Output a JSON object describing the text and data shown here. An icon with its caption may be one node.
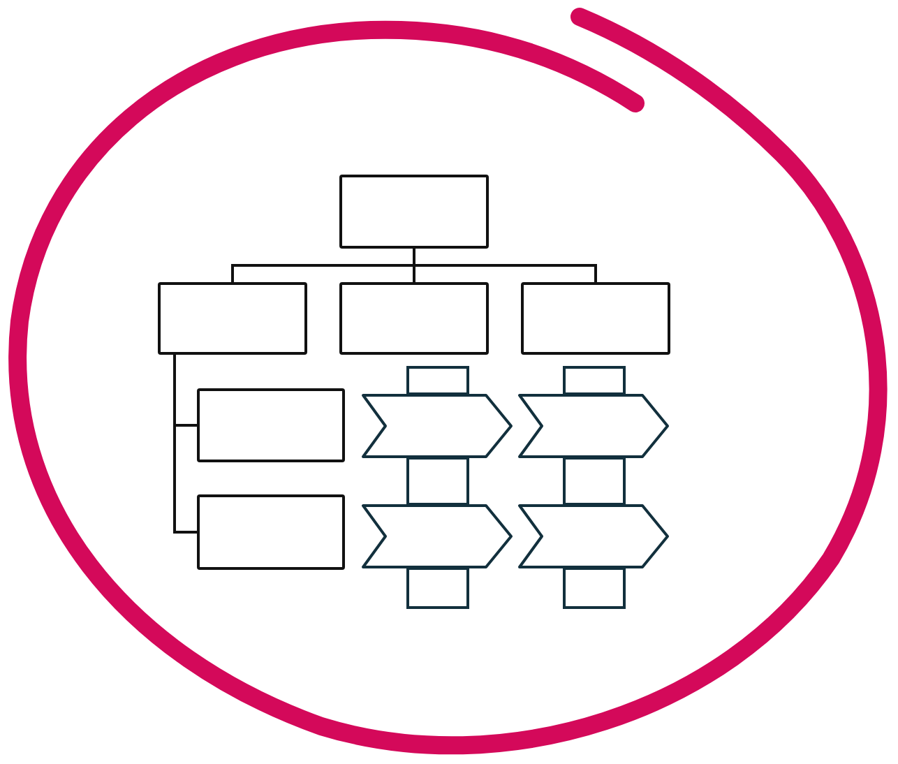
{
  "diagram": {
    "nodes": [
      {
        "text": [],
        "shape": "box"
      },
      {
        "text": [],
        "shape": "box"
      },
      {
        "text": [],
        "shape": "box"
      },
      {
        "text": [],
        "shape": "box"
      },
      {
        "text": [],
        "shape": "box"
      },
      {
        "text": [],
        "shape": "box"
      },
      {
        "text": [],
        "shape": "chevron"
      },
      {
        "text": [],
        "shape": "chevron"
      },
      {
        "text": [],
        "shape": "chevron"
      },
      {
        "text": [],
        "shape": "chevron"
      }
    ],
    "edges": [
      {
        "from": 0,
        "to": 1,
        "arrow": "none"
      },
      {
        "from": 0,
        "to": 2,
        "arrow": "none"
      },
      {
        "from": 0,
        "to": 3,
        "arrow": "none"
      },
      {
        "from": 1,
        "to": 4,
        "arrow": "none"
      },
      {
        "from": 1,
        "to": 5,
        "arrow": "none"
      }
    ]
  }
}
